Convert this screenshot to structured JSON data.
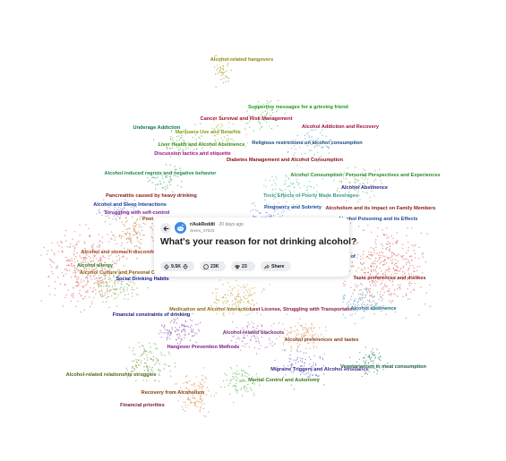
{
  "post": {
    "subreddit": "r/AskReddit",
    "age": "· 20 days ago",
    "author": "Sreex_47523",
    "title": "What's your reason for not drinking alcohol?",
    "upvotes": "9.5K",
    "comments": "23K",
    "awards": "23",
    "share_label": "Share"
  },
  "topics": [
    {
      "label": "Alcohol-related hangovers",
      "color": "#8a8a14",
      "icon": "none"
    },
    {
      "label": "Supportive messages for a grieving friend",
      "color": "#1a9a1a"
    },
    {
      "label": "Cancer Survival and Risk Management",
      "color": "#a0102a"
    },
    {
      "label": "Alcohol Addiction and Recovery",
      "color": "#a01040"
    },
    {
      "label": "Underage Addiction",
      "color": "#0a7a4a"
    },
    {
      "label": "Marijuana Use and Benefits",
      "color": "#8aa020"
    },
    {
      "label": "Religious restrictions on alcohol consumption",
      "color": "#124a7a"
    },
    {
      "label": "Liver Health and Alcohol Abstinence",
      "color": "#3a8a1a"
    },
    {
      "label": "Discussion tactics and etiquette",
      "color": "#a01080"
    },
    {
      "label": "Diabetes Management and Alcohol Consumption",
      "color": "#8a1010"
    },
    {
      "label": "Alcohol-induced regrets and negative behavior",
      "color": "#1a8a4a"
    },
    {
      "label": "Alcohol Consumption: Personal Perspectives and Experiences",
      "color": "#2a8a2a"
    },
    {
      "label": "Alcohol Abstinence",
      "color": "#2a2a8a"
    },
    {
      "label": "Pancreatitis caused by heavy drinking",
      "color": "#8a1a1a"
    },
    {
      "label": "Toxic Effects of Poorly Made Beverages",
      "color": "#3a9a8a"
    },
    {
      "label": "Alcoholism and its impact on Family Members",
      "color": "#8a1a1a"
    },
    {
      "label": "Alcohol and Sleep Interactions",
      "color": "#1a3a9a"
    },
    {
      "label": "Pregnancy and Sobriety",
      "color": "#1a4a9a"
    },
    {
      "label": "Alcohol Poisoning and its Effects",
      "color": "#1a4a9a"
    },
    {
      "label": "Struggling with self-control",
      "color": "#7a1a9a"
    },
    {
      "label": "Alcohol and stomach discomfort",
      "color": "#a04020"
    },
    {
      "label": "Alcohol allergy",
      "color": "#2a7a1a"
    },
    {
      "label": "Alcohol Culture and Personal C",
      "color": "#8a5a10"
    },
    {
      "label": "Social Drinking Habits",
      "color": "#1a1a9a"
    },
    {
      "label": "Taste preferences and dislikes",
      "color": "#8a1a1a"
    },
    {
      "label": "Medication and Alcohol Interactions",
      "color": "#8a6a10"
    },
    {
      "label": "Lost License, Struggling with Transportation",
      "color": "#8a1a4a"
    },
    {
      "label": "Alcohol abstinence",
      "color": "#1a6a8a"
    },
    {
      "label": "Financial constraints of drinking",
      "color": "#1a1a7a"
    },
    {
      "label": "Alcohol-related blackouts",
      "color": "#7a2a7a"
    },
    {
      "label": "Alcohol preferences and tastes",
      "color": "#8a3a1a"
    },
    {
      "label": "Hangover Prevention Methods",
      "color": "#7a1a8a"
    },
    {
      "label": "Migraine Triggers and Alcohol Avoidance",
      "color": "#3a2a8a"
    },
    {
      "label": "Vegetarianism in meat consumption",
      "color": "#1a5a4a"
    },
    {
      "label": "Alcohol-related relationship struggles",
      "color": "#4a6a1a"
    },
    {
      "label": "Mental Control and Autonomy",
      "color": "#3a7a1a"
    },
    {
      "label": "Recovery from Alcoholism",
      "color": "#8a3a10"
    },
    {
      "label": "Financial priorities",
      "color": "#7a1a3a"
    },
    {
      "label": "Post",
      "color": "#8a3a1a"
    },
    {
      "label": "ory of",
      "color": "#1a3a9a"
    }
  ]
}
